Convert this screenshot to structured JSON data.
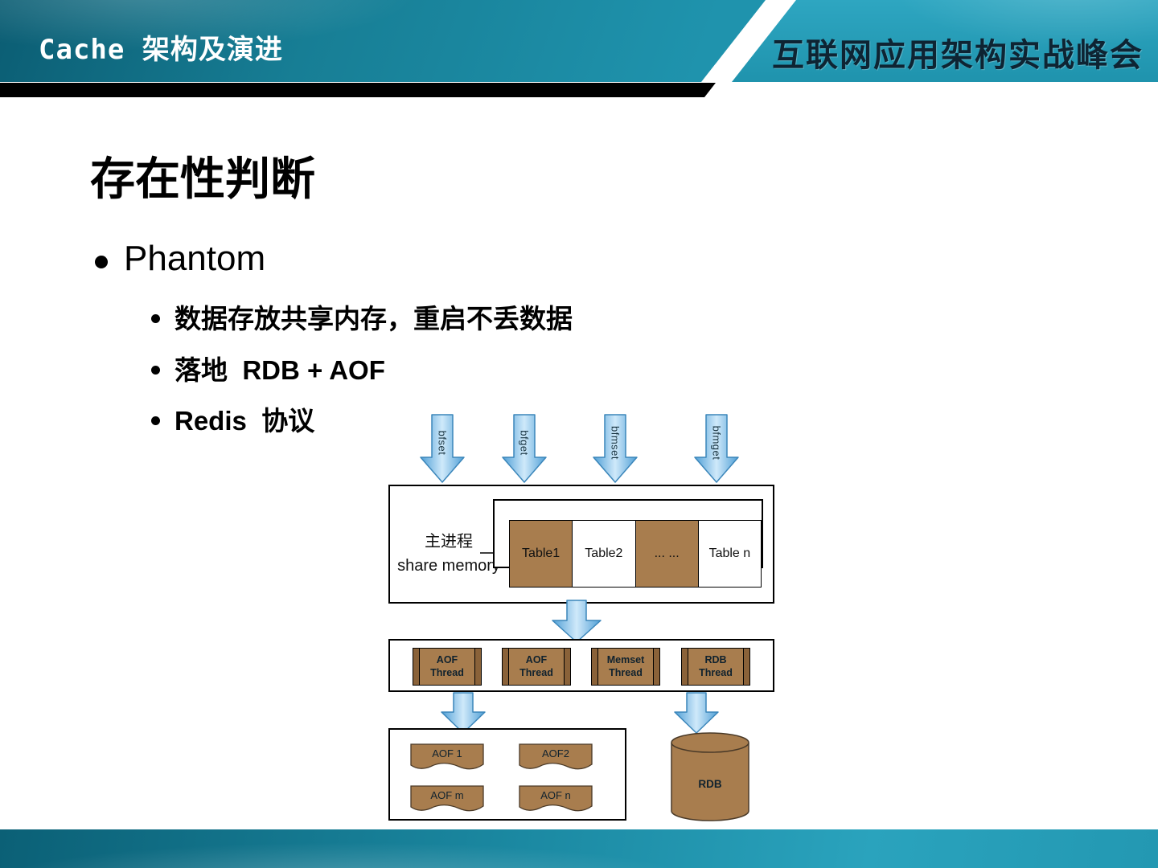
{
  "colors": {
    "teal_dark": "#0b5d73",
    "teal_mid": "#1f93ad",
    "teal_light": "#2ea6c1",
    "black_bar": "#000000",
    "brown": "#a87d4e",
    "brown_dark": "#8a6239",
    "arrow_blue": "#4f9fd6",
    "arrow_blue_light": "#cfe9fa",
    "arrow_stroke": "#3b86ba"
  },
  "header": {
    "left_title": "Cache 架构及演进",
    "right_title": "互联网应用架构实战峰会"
  },
  "slide": {
    "title": "存在性判断",
    "bullets": [
      {
        "label": "Phantom",
        "children": [
          "数据存放共享内存，重启不丢数据",
          "落地  RDB + AOF",
          "Redis  协议"
        ]
      }
    ]
  },
  "diagram": {
    "api_arrows": [
      "bfset",
      "bfget",
      "bfmset",
      "bfmget"
    ],
    "share_memory_box": {
      "label_cn": "主进程",
      "label_en": "share memory",
      "tables": [
        "Table1",
        "Table2",
        "... ...",
        "Table n"
      ]
    },
    "threads": [
      {
        "line1": "AOF",
        "line2": "Thread"
      },
      {
        "line1": "AOF",
        "line2": "Thread"
      },
      {
        "line1": "Memset",
        "line2": "Thread"
      },
      {
        "line1": "RDB",
        "line2": "Thread"
      }
    ],
    "aof_files": [
      "AOF 1",
      "AOF2",
      "AOF m",
      "AOF n"
    ],
    "rdb_label": "RDB"
  }
}
